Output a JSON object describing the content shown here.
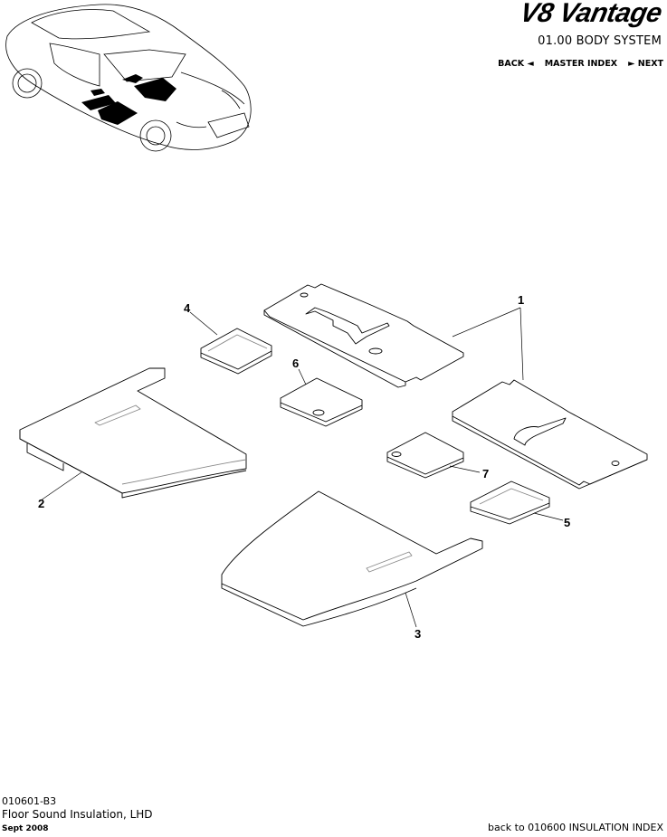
{
  "header": {
    "brand": "V8 Vantage",
    "system_title": "01.00 BODY SYSTEM",
    "nav": {
      "back": "BACK ◄",
      "master_index": "MASTER INDEX",
      "next": "► NEXT"
    }
  },
  "diagram": {
    "callouts": [
      {
        "id": "1",
        "label": "1"
      },
      {
        "id": "2",
        "label": "2"
      },
      {
        "id": "3",
        "label": "3"
      },
      {
        "id": "4",
        "label": "4"
      },
      {
        "id": "5",
        "label": "5"
      },
      {
        "id": "6",
        "label": "6"
      },
      {
        "id": "7",
        "label": "7"
      }
    ]
  },
  "footer": {
    "code": "010601-B3",
    "title": "Floor Sound Insulation, LHD",
    "date": "Sept 2008",
    "back_link": "back to 010600 INSULATION INDEX"
  }
}
